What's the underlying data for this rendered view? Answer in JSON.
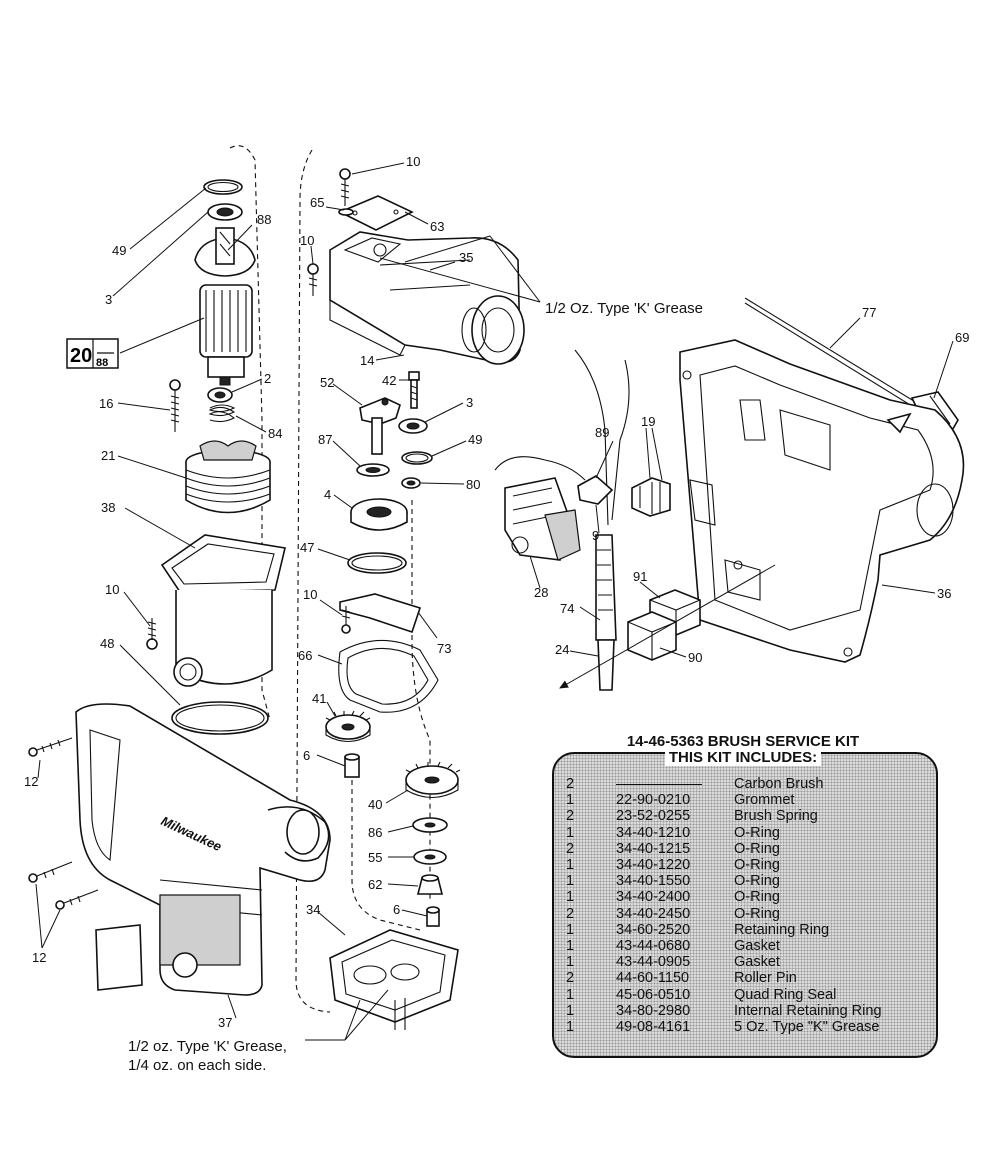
{
  "diagram": {
    "part_labels": {
      "p10a": "10",
      "p65": "65",
      "p63": "63",
      "p10b": "10",
      "p35": "35",
      "p49a": "49",
      "p88": "88",
      "p3a": "3",
      "p77": "77",
      "p69": "69",
      "p14": "14",
      "p42": "42",
      "p52": "52",
      "p3b": "3",
      "p2": "2",
      "p16": "16",
      "p84": "84",
      "p87": "87",
      "p49b": "49",
      "p89": "89",
      "p19": "19",
      "p21": "21",
      "p80": "80",
      "p4": "4",
      "p38": "38",
      "p47": "47",
      "p28": "28",
      "p9": "9",
      "p10c": "10",
      "p10d": "10",
      "p73": "73",
      "p91": "91",
      "p36": "36",
      "p74": "74",
      "p48": "48",
      "p66": "66",
      "p24": "24",
      "p90": "90",
      "p41": "41",
      "p6a": "6",
      "p12a": "12",
      "p40": "40",
      "p86": "86",
      "p55": "55",
      "p62": "62",
      "p12b": "12",
      "p6b": "6",
      "p34": "34",
      "p37": "37"
    },
    "ref_box": {
      "number": "20",
      "sub": "88"
    },
    "grease_note_top": "1/2 Oz. Type 'K' Grease",
    "grease_note_bottom_line1": "1/2 oz. Type 'K' Grease,",
    "grease_note_bottom_line2": "1/4 oz. on each side."
  },
  "kit": {
    "title": "14-46-5363 BRUSH SERVICE KIT",
    "subtitle": "THIS KIT INCLUDES:",
    "items": [
      {
        "qty": "2",
        "part": "",
        "desc": "Carbon Brush"
      },
      {
        "qty": "1",
        "part": "22-90-0210",
        "desc": "Grommet"
      },
      {
        "qty": "2",
        "part": "23-52-0255",
        "desc": "Brush Spring"
      },
      {
        "qty": "1",
        "part": "34-40-1210",
        "desc": "O-Ring"
      },
      {
        "qty": "2",
        "part": "34-40-1215",
        "desc": "O-Ring"
      },
      {
        "qty": "1",
        "part": "34-40-1220",
        "desc": "O-Ring"
      },
      {
        "qty": "1",
        "part": "34-40-1550",
        "desc": "O-Ring"
      },
      {
        "qty": "1",
        "part": "34-40-2400",
        "desc": "O-Ring"
      },
      {
        "qty": "2",
        "part": "34-40-2450",
        "desc": "O-Ring"
      },
      {
        "qty": "1",
        "part": "34-60-2520",
        "desc": "Retaining Ring"
      },
      {
        "qty": "1",
        "part": "43-44-0680",
        "desc": "Gasket"
      },
      {
        "qty": "1",
        "part": "43-44-0905",
        "desc": "Gasket"
      },
      {
        "qty": "2",
        "part": "44-60-1150",
        "desc": "Roller Pin"
      },
      {
        "qty": "1",
        "part": "45-06-0510",
        "desc": "Quad Ring Seal"
      },
      {
        "qty": "1",
        "part": "34-80-2980",
        "desc": "Internal Retaining Ring"
      },
      {
        "qty": "1",
        "part": "49-08-4161",
        "desc": "5 Oz. Type \"K\" Grease"
      }
    ]
  }
}
